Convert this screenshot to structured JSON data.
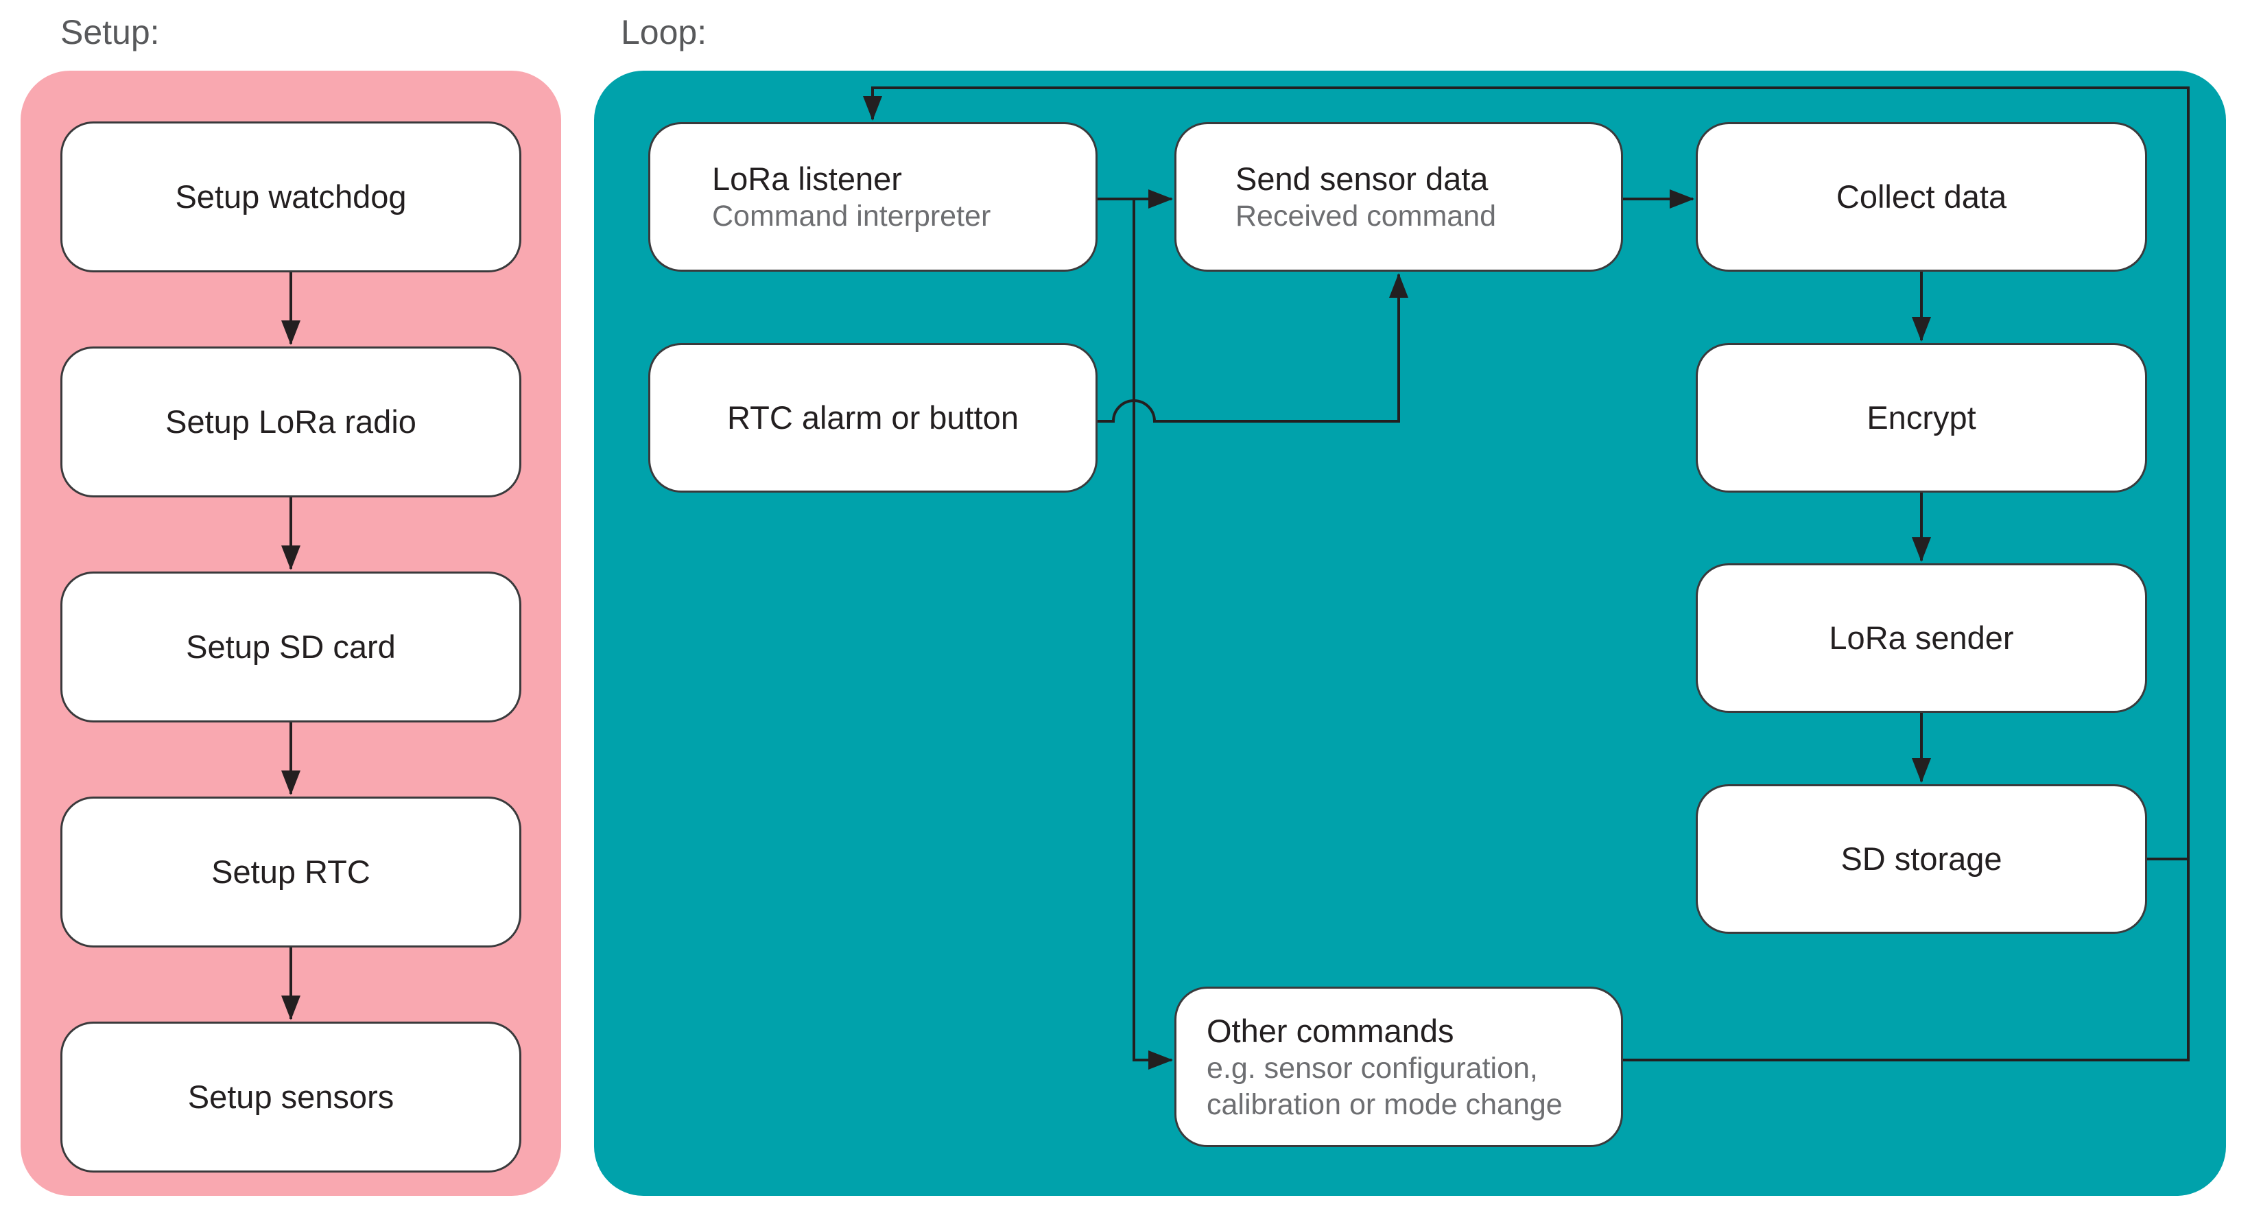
{
  "colors": {
    "setup-panel": "#f9a8b0",
    "loop-panel": "#00a2ab",
    "section-label": "#58595b",
    "node-title": "#231f20",
    "node-subtitle": "#6d6e71",
    "node-border": "#3a3a3c",
    "node-fill": "#ffffff",
    "connector": "#231f20",
    "background": "#ffffff"
  },
  "setup": {
    "label": "Setup:",
    "nodes": [
      {
        "title": "Setup watchdog"
      },
      {
        "title": "Setup LoRa radio"
      },
      {
        "title": "Setup SD card"
      },
      {
        "title": "Setup RTC"
      },
      {
        "title": "Setup sensors"
      }
    ]
  },
  "loop": {
    "label": "Loop:",
    "nodes": [
      {
        "title": "LoRa listener",
        "subtitle": "Command interpreter"
      },
      {
        "title": "Send sensor data",
        "subtitle": "Received command"
      },
      {
        "title": "Collect data"
      },
      {
        "title": "RTC alarm or button"
      },
      {
        "title": "Encrypt"
      },
      {
        "title": "LoRa sender"
      },
      {
        "title": "SD storage"
      },
      {
        "title": "Other commands",
        "subtitle": "e.g. sensor configuration, calibration or mode change"
      }
    ]
  },
  "edges": [
    {
      "from": "Setup watchdog",
      "to": "Setup LoRa radio",
      "arrow": true
    },
    {
      "from": "Setup LoRa radio",
      "to": "Setup SD card",
      "arrow": true
    },
    {
      "from": "Setup SD card",
      "to": "Setup RTC",
      "arrow": true
    },
    {
      "from": "Setup RTC",
      "to": "Setup sensors",
      "arrow": true
    },
    {
      "from": "LoRa listener",
      "to": "Send sensor data",
      "arrow": true
    },
    {
      "from": "Send sensor data",
      "to": "Collect data",
      "arrow": true
    },
    {
      "from": "Collect data",
      "to": "Encrypt",
      "arrow": true
    },
    {
      "from": "Encrypt",
      "to": "LoRa sender",
      "arrow": true
    },
    {
      "from": "LoRa sender",
      "to": "SD storage",
      "arrow": true
    },
    {
      "from": "SD storage",
      "to": "LoRa listener",
      "arrow": true,
      "via": "right rail and top return line"
    },
    {
      "from": "RTC alarm or button",
      "to": "Send sensor data",
      "arrow": true,
      "via": "line hops over the command drop line"
    },
    {
      "from": "LoRa listener",
      "to": "Other commands",
      "arrow": true,
      "via": "drop line from listener-send connector"
    },
    {
      "from": "Other commands",
      "to": "right rail",
      "arrow": false,
      "via": "return line joining rail to top"
    }
  ]
}
